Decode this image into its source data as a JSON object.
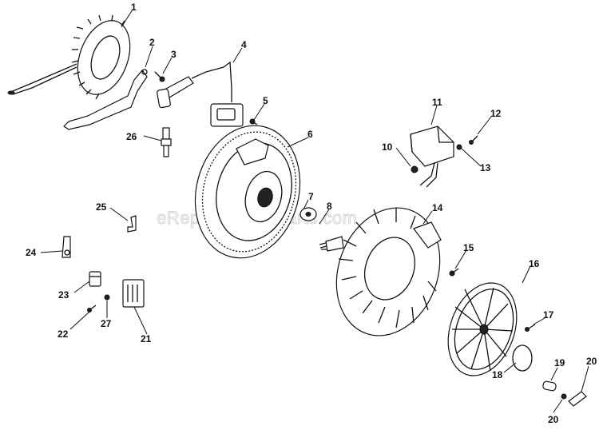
{
  "watermark": "eReplacementParts.com",
  "callouts": [
    "1",
    "2",
    "3",
    "4",
    "5",
    "6",
    "7",
    "8",
    "10",
    "11",
    "12",
    "13",
    "14",
    "15",
    "16",
    "17",
    "18",
    "19",
    "20",
    "21",
    "22",
    "23",
    "24",
    "25",
    "26",
    "27",
    "20"
  ]
}
